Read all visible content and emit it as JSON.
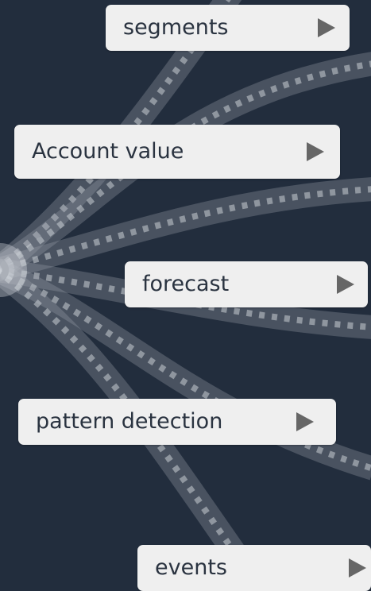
{
  "theme": {
    "background": "#222d3d",
    "ribbon_color": "#9aa1aa",
    "pill_background": "#efefef",
    "label_color": "#2a3340",
    "arrow_color": "#666666"
  },
  "items": [
    {
      "label": "segments",
      "icon": "play-arrow-icon"
    },
    {
      "label": "Account value",
      "icon": "play-arrow-icon"
    },
    {
      "label": "forecast",
      "icon": "play-arrow-icon"
    },
    {
      "label": "pattern detection",
      "icon": "play-arrow-icon"
    },
    {
      "label": "events",
      "icon": "play-arrow-icon"
    }
  ]
}
